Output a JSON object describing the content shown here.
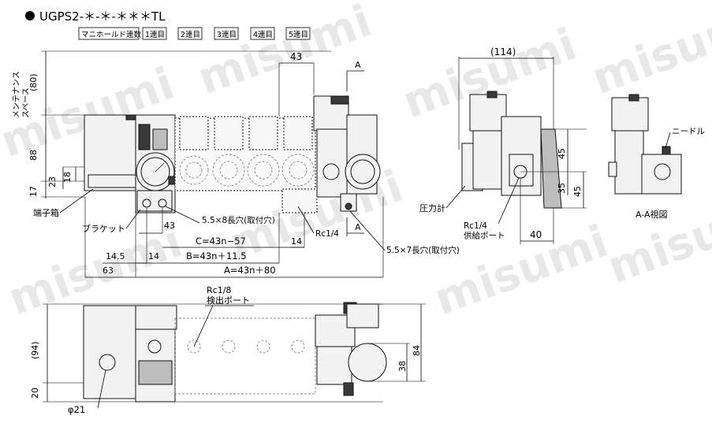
{
  "title": "UGPS2-＊-＊-＊＊＊TL",
  "tabs": [
    "マニホールド連数",
    "1連目",
    "2連目",
    "3連目",
    "4連目",
    "5連目"
  ],
  "watermark": "misumi",
  "labels": {
    "maintenance_space": "メンテナンス\nスペース",
    "terminal_box": "端子箱",
    "bracket": "ブラケット",
    "pressure_gauge": "圧力計",
    "supply_port": "Rc1/4\n供給ポート",
    "needle": "ニードル",
    "aa_view": "A-A視図",
    "detect_port": "Rc1/8\n検出ポート",
    "slot_8": "5.5×8長穴(取付穴)",
    "slot_7": "5.5×7長穴(取付穴)",
    "rc14": "Rc1/4",
    "a_marker": "A",
    "phi21": "φ21"
  },
  "dimensions": {
    "d80": "(80)",
    "d88": "88",
    "d23": "23",
    "d18": "18",
    "d17": "17",
    "d43_top": "43",
    "d43_mid": "43",
    "d14_right": "14",
    "d14_left": "14",
    "d14_5": "14.5",
    "d63": "63",
    "c_formula": "C=43n−57",
    "b_formula": "B=43n＋11.5",
    "a_formula": "A=43n＋80",
    "d114": "(114)",
    "d45_a": "45",
    "d35": "35",
    "d45_b": "45",
    "d40": "40",
    "d94": "(94)",
    "d20": "20",
    "d84": "84",
    "d38": "38"
  }
}
